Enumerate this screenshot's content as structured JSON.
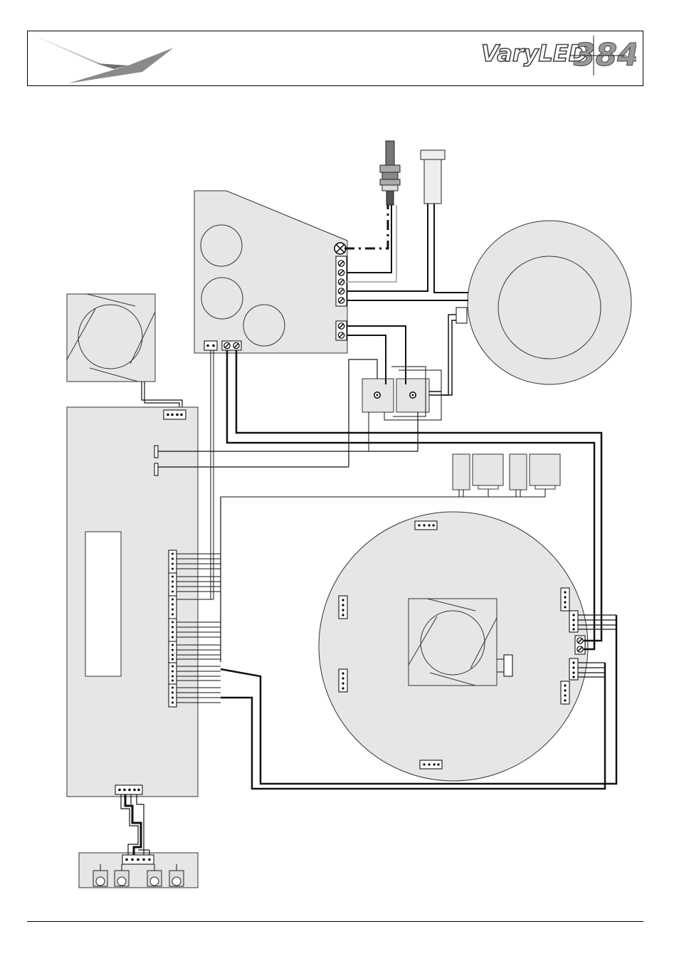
{
  "header": {
    "product_name": "VaryLED",
    "product_number": "384"
  },
  "colors": {
    "board": "#e6e6e6",
    "board_stroke": "#333333",
    "wire": "#111111",
    "wire_light": "#b3b3b3",
    "logo_dark": "#555555",
    "logo_light": "#9a9a9a"
  },
  "icons": {
    "brand_logo": "swoosh-plane-icon",
    "product_logo": "varyled-384-wordmark"
  }
}
